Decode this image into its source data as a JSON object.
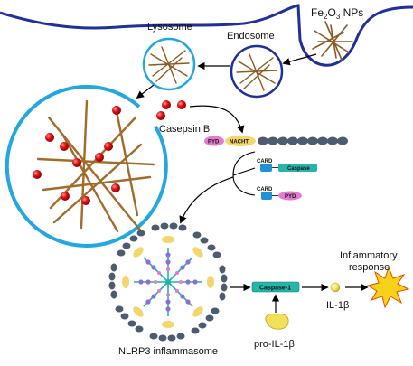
{
  "colors": {
    "membrane": "#1f2f9c",
    "lysosome_ring": "#22a7e0",
    "fiber": "#8b5a24",
    "red_sphere": "#d40000",
    "pyd": "#e57bd0",
    "nacht": "#f4d76c",
    "lrr": "#4c5b6e",
    "card": "#1f92d6",
    "caspase": "#26b5a9",
    "il1b": "#f0e05a",
    "burst": "#f6d21c",
    "burst_edge": "#e84c00"
  },
  "labels": {
    "fe_nps": {
      "main": "Fe",
      "sub1": "2",
      "mid": "O",
      "sub2": "3",
      "tail": " NPs"
    },
    "lysosome": "Lysosome",
    "endosome": "Endosome",
    "casepsin_b": "Casepsin B",
    "pyd": "PYD",
    "nacht": "NACHT",
    "card_top": "CARD",
    "caspase_chain": "Caspase",
    "card_bottom": "CARD",
    "pyd_bottom": "PYD",
    "nlrp3": "NLRP3 inflammasome",
    "caspase1": "Caspase-1",
    "pro_il1b": "pro-IL-1β",
    "il1b": "IL-1β",
    "inflammatory_1": "Inflammatory",
    "inflammatory_2": "response"
  },
  "icons": {
    "nanoparticle": "iron-oxide-nanoparticle-icon",
    "sphere": "cathepsin-b-sphere-icon",
    "burst": "inflammation-burst-icon"
  }
}
